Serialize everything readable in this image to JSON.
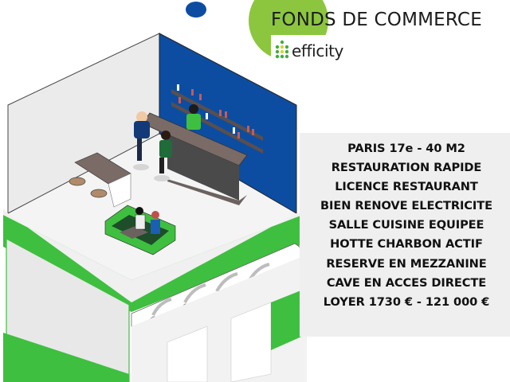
{
  "header": {
    "title": "FONDS DE COMMERCE",
    "brand": "efficity",
    "brand_icon": "efficity-dots-logo-icon"
  },
  "listing": {
    "lines": [
      "PARIS 17e - 40 M2",
      "RESTAURATION RAPIDE",
      "LICENCE RESTAURANT",
      "BIEN RENOVE ELECTRICITE",
      "SALLE CUISINE EQUIPEE",
      "HOTTE CHARBON ACTIF",
      "RESERVE EN MEZZANINE",
      "CAVE EN ACCES DIRECTE",
      "LOYER 1730 € - 121 000 €"
    ]
  },
  "illustration": {
    "subject": "isometric restaurant storefront with bar",
    "colors": {
      "brand_green": "#3fbf3f",
      "lime_circle": "#8cc63f",
      "wall_blue": "#0d4da1",
      "counter_brown": "#7a6b66",
      "panel_gray": "#efefef"
    }
  }
}
